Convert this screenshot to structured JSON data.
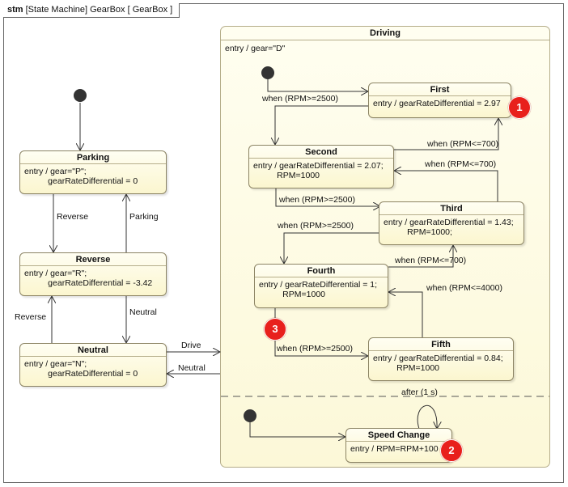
{
  "diagram": {
    "frame_kind": "stm",
    "frame_title": "[State Machine] GearBox [ GearBox ]"
  },
  "states": {
    "parking": {
      "name": "Parking",
      "body": "entry / gear=\"P\";\n          gearRateDifferential = 0"
    },
    "reverse": {
      "name": "Reverse",
      "body": "entry / gear=\"R\";\n          gearRateDifferential = -3.42"
    },
    "neutral": {
      "name": "Neutral",
      "body": "entry / gear=\"N\";\n          gearRateDifferential = 0"
    },
    "driving": {
      "name": "Driving",
      "entry": "entry / gear=\"D\""
    },
    "first": {
      "name": "First",
      "body": "entry / gearRateDifferential = 2.97"
    },
    "second": {
      "name": "Second",
      "body": "entry / gearRateDifferential = 2.07;\n          RPM=1000"
    },
    "third": {
      "name": "Third",
      "body": "entry / gearRateDifferential = 1.43;\n          RPM=1000;"
    },
    "fourth": {
      "name": "Fourth",
      "body": "entry / gearRateDifferential = 1;\n          RPM=1000"
    },
    "fifth": {
      "name": "Fifth",
      "body": "entry / gearRateDifferential = 0.84;\n          RPM=1000"
    },
    "speed_change": {
      "name": "Speed Change",
      "body": "entry / RPM=RPM+100"
    }
  },
  "transitions": {
    "parking_to_reverse": "Reverse",
    "reverse_to_parking": "Parking",
    "reverse_to_neutral": "Neutral",
    "neutral_to_reverse": "Reverse",
    "neutral_to_driving": "Drive",
    "driving_to_neutral": "Neutral",
    "first_to_second": "when (RPM>=2500)",
    "second_to_first": "when (RPM<=700)",
    "second_to_third": "when (RPM>=2500)",
    "third_to_second": "when (RPM<=700)",
    "third_to_fourth": "when (RPM>=2500)",
    "fourth_to_third": "when (RPM<=700)",
    "fourth_to_fifth": "when (RPM>=2500)",
    "fifth_to_fourth": "when (RPM<=4000)",
    "speed_change_self": "after (1 s)"
  },
  "badges": {
    "one": "1",
    "two": "2",
    "three": "3"
  },
  "colors": {
    "state_fill": "#fbf6cf",
    "state_border": "#8c8464",
    "badge": "#e8201c"
  }
}
